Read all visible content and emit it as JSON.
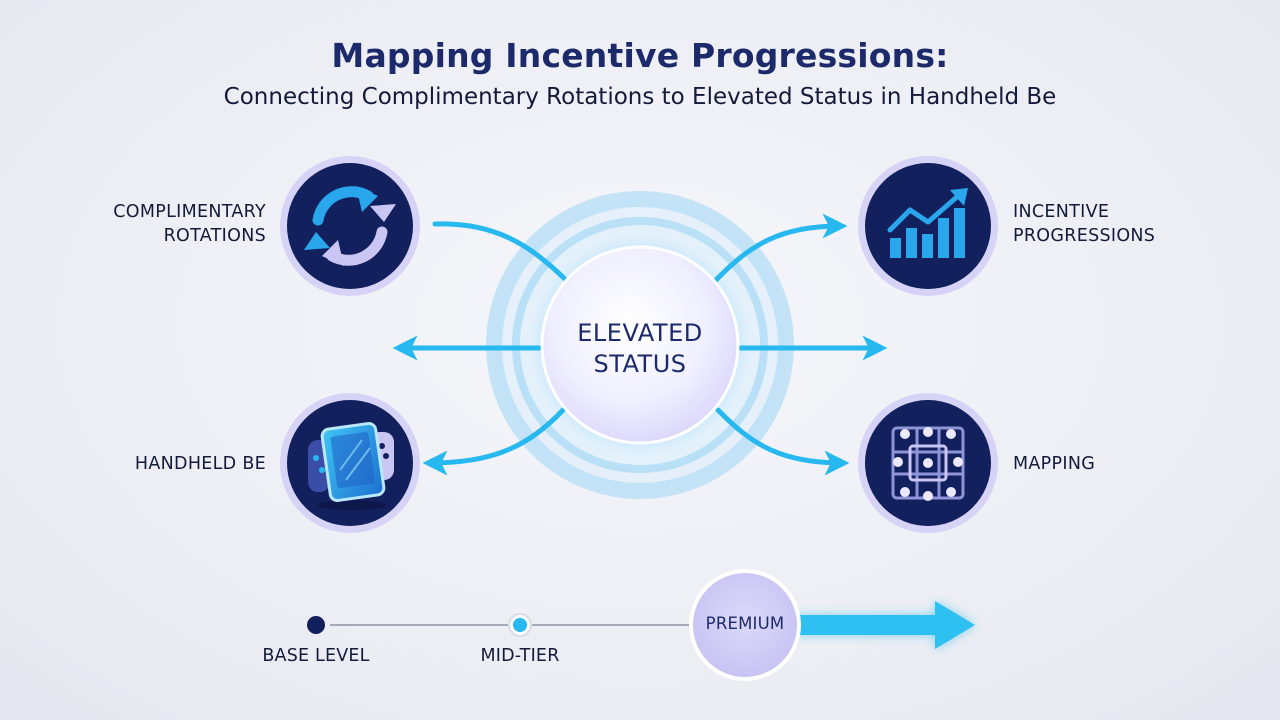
{
  "title": "Mapping Incentive Progressions:",
  "subtitle": "Connecting Complimentary Rotations to Elevated Status in Handheld Be",
  "center": {
    "line1": "ELEVATED",
    "line2": "STATUS"
  },
  "nodes": {
    "complimentary_rotations": {
      "line1": "COMPLIMENTARY",
      "line2": "ROTATIONS",
      "icon": "rotation-arrows-icon"
    },
    "incentive_progressions": {
      "line1": "INCENTIVE",
      "line2": "PROGRESSIONS",
      "icon": "growth-chart-icon"
    },
    "handheld_be": {
      "line1": "HANDHELD BE",
      "icon": "handheld-console-icon"
    },
    "mapping": {
      "line1": "MAPPING",
      "icon": "node-grid-icon"
    }
  },
  "tiers": {
    "base": "BASE LEVEL",
    "mid": "MID-TIER",
    "premium": "PREMIUM"
  },
  "colors": {
    "navy": "#13205e",
    "cyan": "#27b8ef",
    "lavender": "#c9c6f3",
    "title": "#1c2a6b"
  }
}
